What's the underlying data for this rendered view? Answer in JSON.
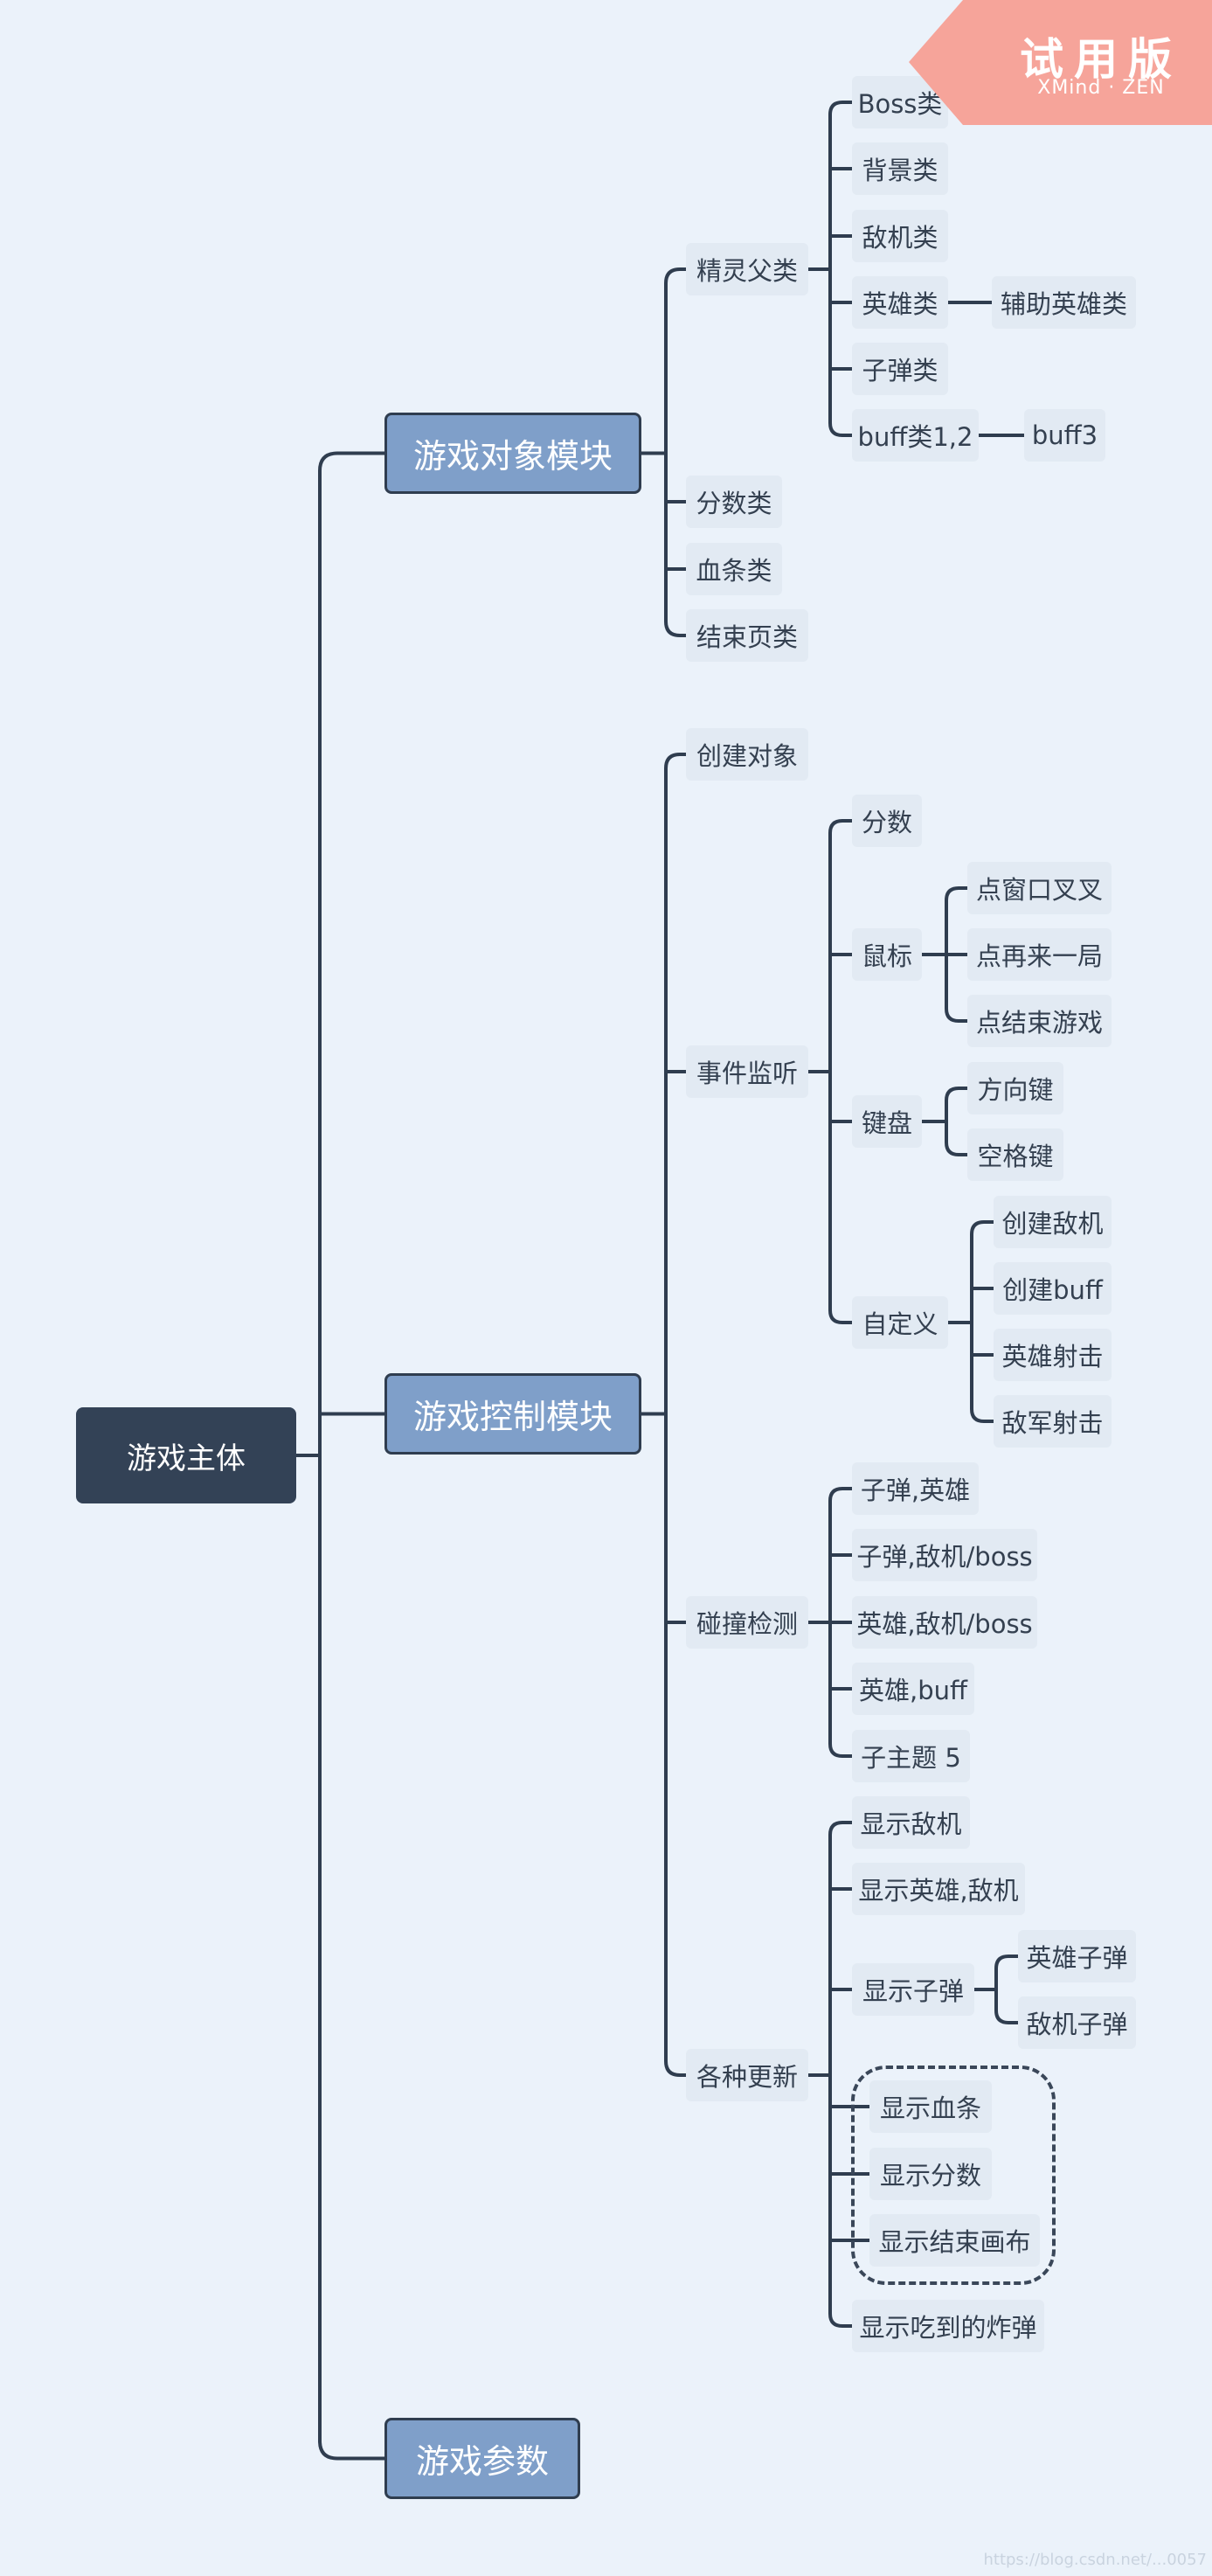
{
  "mindmap": {
    "root": "游戏主体",
    "branches": [
      {
        "label": "游戏对象模块",
        "children": [
          {
            "label": "精灵父类",
            "children": [
              {
                "label": "Boss类"
              },
              {
                "label": "背景类"
              },
              {
                "label": "敌机类"
              },
              {
                "label": "英雄类",
                "children": [
                  {
                    "label": "辅助英雄类"
                  }
                ]
              },
              {
                "label": "子弹类"
              },
              {
                "label": "buff类1,2",
                "children": [
                  {
                    "label": "buff3"
                  }
                ]
              }
            ]
          },
          {
            "label": "分数类"
          },
          {
            "label": "血条类"
          },
          {
            "label": "结束页类"
          }
        ]
      },
      {
        "label": "游戏控制模块",
        "children": [
          {
            "label": "创建对象"
          },
          {
            "label": "事件监听",
            "children": [
              {
                "label": "分数"
              },
              {
                "label": "鼠标",
                "children": [
                  {
                    "label": "点窗口叉叉"
                  },
                  {
                    "label": "点再来一局"
                  },
                  {
                    "label": "点结束游戏"
                  }
                ]
              },
              {
                "label": "键盘",
                "children": [
                  {
                    "label": "方向键"
                  },
                  {
                    "label": "空格键"
                  }
                ]
              },
              {
                "label": "自定义",
                "children": [
                  {
                    "label": "创建敌机"
                  },
                  {
                    "label": "创建buff"
                  },
                  {
                    "label": "英雄射击"
                  },
                  {
                    "label": "敌军射击"
                  }
                ]
              }
            ]
          },
          {
            "label": "碰撞检测",
            "children": [
              {
                "label": "子弹,英雄"
              },
              {
                "label": "子弹,敌机/boss"
              },
              {
                "label": "英雄,敌机/boss"
              },
              {
                "label": "英雄,buff"
              },
              {
                "label": "子主题 5"
              }
            ]
          },
          {
            "label": "各种更新",
            "children": [
              {
                "label": "显示敌机"
              },
              {
                "label": "显示英雄,敌机"
              },
              {
                "label": "显示子弹",
                "children": [
                  {
                    "label": "英雄子弹"
                  },
                  {
                    "label": "敌机子弹"
                  }
                ]
              },
              {
                "label": "显示血条"
              },
              {
                "label": "显示分数"
              },
              {
                "label": "显示结束画布"
              },
              {
                "label": "显示吃到的炸弹"
              }
            ]
          }
        ]
      },
      {
        "label": "游戏参数"
      }
    ]
  },
  "watermark": {
    "title": "试用版",
    "subtitle": "XMind · ZEN"
  },
  "credit": "https://blog.csdn.net/...0057",
  "colors": {
    "background": "#ebf2fa",
    "root_fill": "#334256",
    "branch_fill": "#7f9fc9",
    "branch_border": "#2f3d4f",
    "topic_fill": "#e2eaf3",
    "topic_text": "#344050",
    "connector": "#2f3d4f",
    "watermark": "#f6a49a"
  }
}
